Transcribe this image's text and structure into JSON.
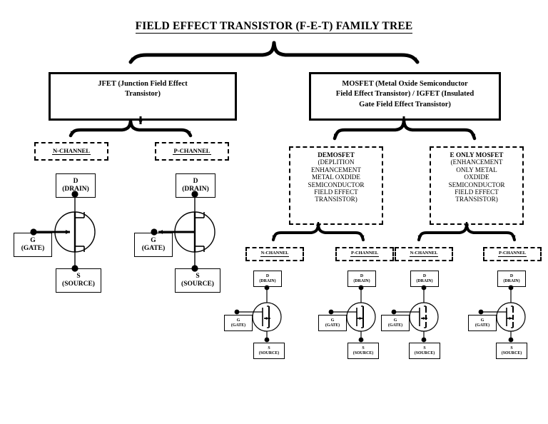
{
  "title": "FIELD EFFECT TRANSISTOR (F-E-T) FAMILY TREE",
  "level1": {
    "jfet": {
      "line1": "JFET (Junction Field Effect",
      "line2": "Transistor)"
    },
    "mosfet": {
      "line1": "MOSFET (Metal Oxide Semiconductor",
      "line2": "Field Effect Transistor) / IGFET (Insulated",
      "line3": "Gate Field Effect Transistor)"
    }
  },
  "jfet_channels": {
    "n": "N-CHANNEL",
    "p": "P-CHANNEL"
  },
  "mosfet_types": {
    "demosfet": {
      "head": "DEMOSFET",
      "l1": "(DEPLITION",
      "l2": "ENHANCEMENT",
      "l3": "METAL OXDIDE",
      "l4": "SEMICONDUCTOR",
      "l5": "FIELD EFFECT",
      "l6": "TRANSISTOR)"
    },
    "eonly": {
      "head": "E ONLY MOSFET",
      "l1": "(ENHANCEMENT",
      "l2": "ONLY METAL",
      "l3": "OXDIDE",
      "l4": "SEMICONDUCTOR",
      "l5": "FIELD EFFECT",
      "l6": "TRANSISTOR)"
    }
  },
  "mosfet_channels": {
    "de_n": "N-CHANNEL",
    "de_p": "P-CHANNEL",
    "eo_n": "N-CHANNEL",
    "eo_p": "P-CHANNEL"
  },
  "terminals": {
    "drain_s": "D",
    "drain_l": "(DRAIN)",
    "gate_s": "G",
    "gate_l": "(GATE)",
    "source_s": "S",
    "source_l": "(SOURCE)"
  },
  "colors": {
    "ink": "#000000",
    "paper": "#ffffff"
  }
}
